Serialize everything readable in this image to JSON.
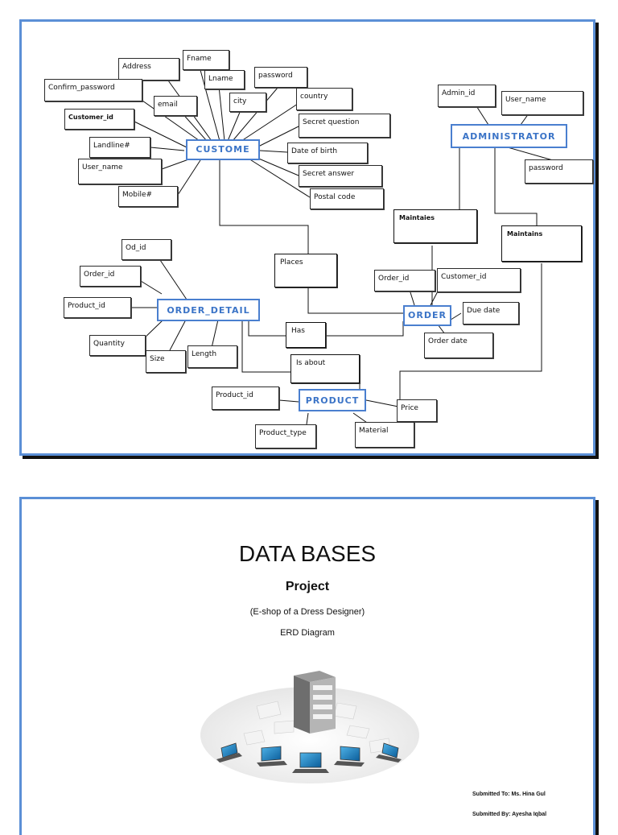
{
  "erd": {
    "entities": {
      "customer": "CUSTOME",
      "administrator": "ADMINISTRATOR",
      "order_detail": "ORDER_DETAIL",
      "order": "ORDER",
      "product": "PRODUCT"
    },
    "customer_attributes": {
      "address": "Address",
      "fname": "Fname",
      "lname": "Lname",
      "password": "password",
      "confirm_password": "Confirm_password",
      "email": "email",
      "city": "city",
      "country": "country",
      "customer_id": "Customer_id",
      "secret_question": "Secret question",
      "landline": "Landline#",
      "date_of_birth": "Date of birth",
      "user_name": "User_name",
      "secret_answer": "Secret answer",
      "mobile": "Mobile#",
      "postal_code": "Postal code"
    },
    "admin_attributes": {
      "admin_id": "Admin_id",
      "user_name": "User_name",
      "password": "password"
    },
    "order_detail_attributes": {
      "od_id": "Od_id",
      "order_id": "Order_id",
      "product_id": "Product_id",
      "quantity": "Quantity",
      "size": "Size",
      "length": "Length"
    },
    "order_attributes": {
      "order_id": "Order_id",
      "customer_id": "Customer_id",
      "due_date": "Due date",
      "order_date": "Order date"
    },
    "product_attributes": {
      "product_id": "Product_id",
      "price": "Price",
      "product_type": "Product_type",
      "material": "Material"
    },
    "relationships": {
      "maintains_1": "Maintaies",
      "maintains_2": "Maintains",
      "places": "Places",
      "has": "Has",
      "is_about": "Is about"
    }
  },
  "cover": {
    "title": "DATA BASES",
    "subtitle": "Project",
    "description": "(E-shop of a Dress Designer)",
    "doc_type": "ERD Diagram",
    "submitted_to": "Submitted To: Ms. Hina Gul",
    "submitted_by": "Submitted By: Ayesha Iqbal"
  },
  "colors": {
    "page_border": "#5b8fd6",
    "entity": "#3b74c7"
  },
  "icons": [
    "server-network-illustration"
  ]
}
